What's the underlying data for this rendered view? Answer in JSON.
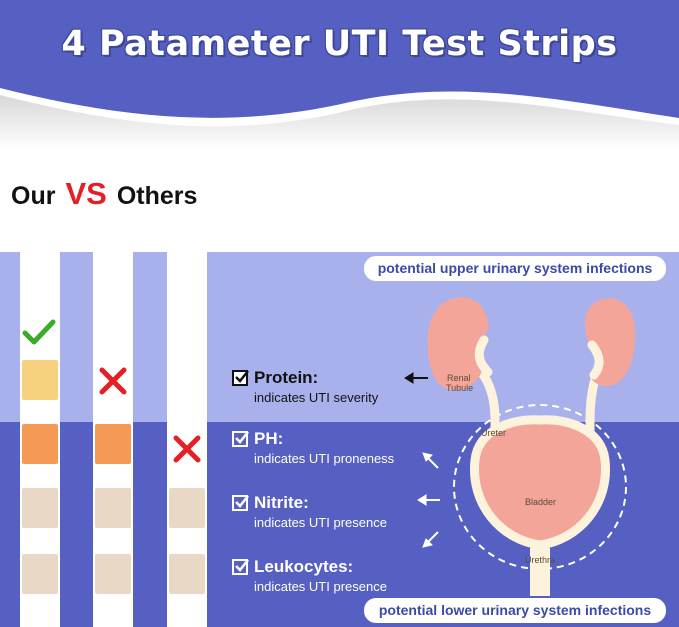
{
  "title": "4 Patameter UTI Test Strips",
  "comparison": {
    "our": "Our",
    "vs": "VS",
    "others": "Others"
  },
  "zones": {
    "upper": "potential upper urinary system infections",
    "lower": "potential lower urinary system infections"
  },
  "parameters": [
    {
      "name": "Protein:",
      "description": "indicates UTI severity"
    },
    {
      "name": "PH:",
      "description": "indicates UTI proneness"
    },
    {
      "name": "Nitrite:",
      "description": "indicates UTI presence"
    },
    {
      "name": "Leukocytes:",
      "description": "indicates UTI presence"
    }
  ],
  "anatomy_labels": {
    "renal_tubule_1": "Renal",
    "renal_tubule_2": "Tubule",
    "ureter": "Ureter",
    "bladder": "Bladder",
    "urethra": "Urethra"
  },
  "icons": {
    "correct": "check-icon",
    "wrong": "cross-icon",
    "parameter": "checkbox-icon"
  },
  "colors": {
    "banner": "#5660c2",
    "upper_band": "#a9b1ec",
    "lower_band": "#5660c2",
    "vs": "#e41f26",
    "check": "#3bab2a",
    "cross": "#e41f26",
    "pad_yellow": "#f6d27e",
    "pad_orange": "#f59a55",
    "pad_beige": "#ead8c7",
    "organ": "#f3a59a"
  }
}
